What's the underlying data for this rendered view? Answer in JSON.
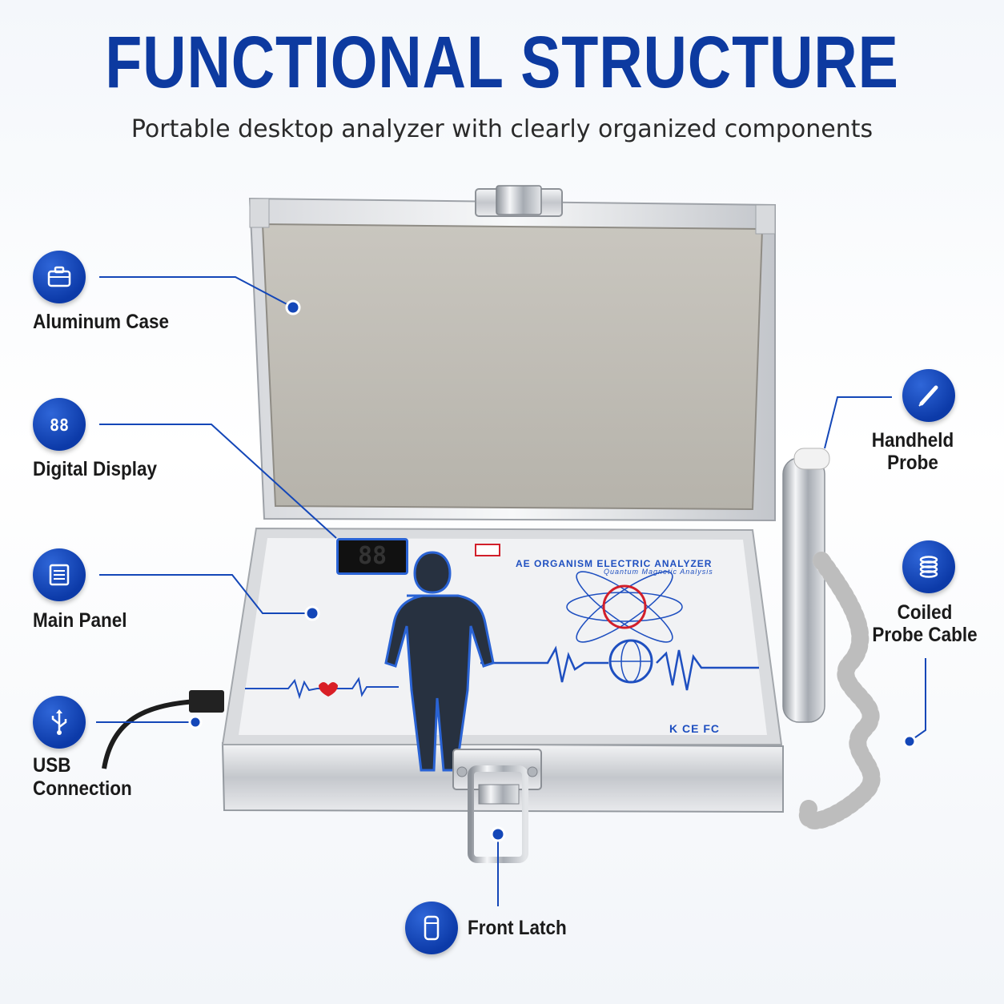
{
  "header": {
    "title": "FUNCTIONAL STRUCTURE",
    "subtitle": "Portable desktop analyzer with clearly organized components"
  },
  "device": {
    "display_digits": "88",
    "brand_text": "AE ORGANISM ELECTRIC ANALYZER",
    "brand_subtext": "Quantum Magnetic Analysis",
    "cert_marks": "K CE FC"
  },
  "callouts": {
    "aluminum_case": {
      "label": "Aluminum Case",
      "icon": "briefcase-icon"
    },
    "digital_display": {
      "label": "Digital Display",
      "icon": "digits-icon"
    },
    "main_panel": {
      "label": "Main Panel",
      "icon": "panel-icon"
    },
    "usb_connection": {
      "label_line1": "USB",
      "label_line2": "Connection",
      "icon": "usb-icon"
    },
    "handheld_probe": {
      "label_line1": "Handheld",
      "label_line2": "Probe",
      "icon": "probe-icon"
    },
    "coiled_cable": {
      "label_line1": "Coiled",
      "label_line2": "Probe Cable",
      "icon": "coil-icon"
    },
    "front_latch": {
      "label": "Front Latch",
      "icon": "latch-icon"
    }
  },
  "colors": {
    "accent": "#0d3aa0",
    "badge": "#1447b8",
    "case_silver": "#c9ccd1",
    "lining": "#b8b5ad"
  }
}
